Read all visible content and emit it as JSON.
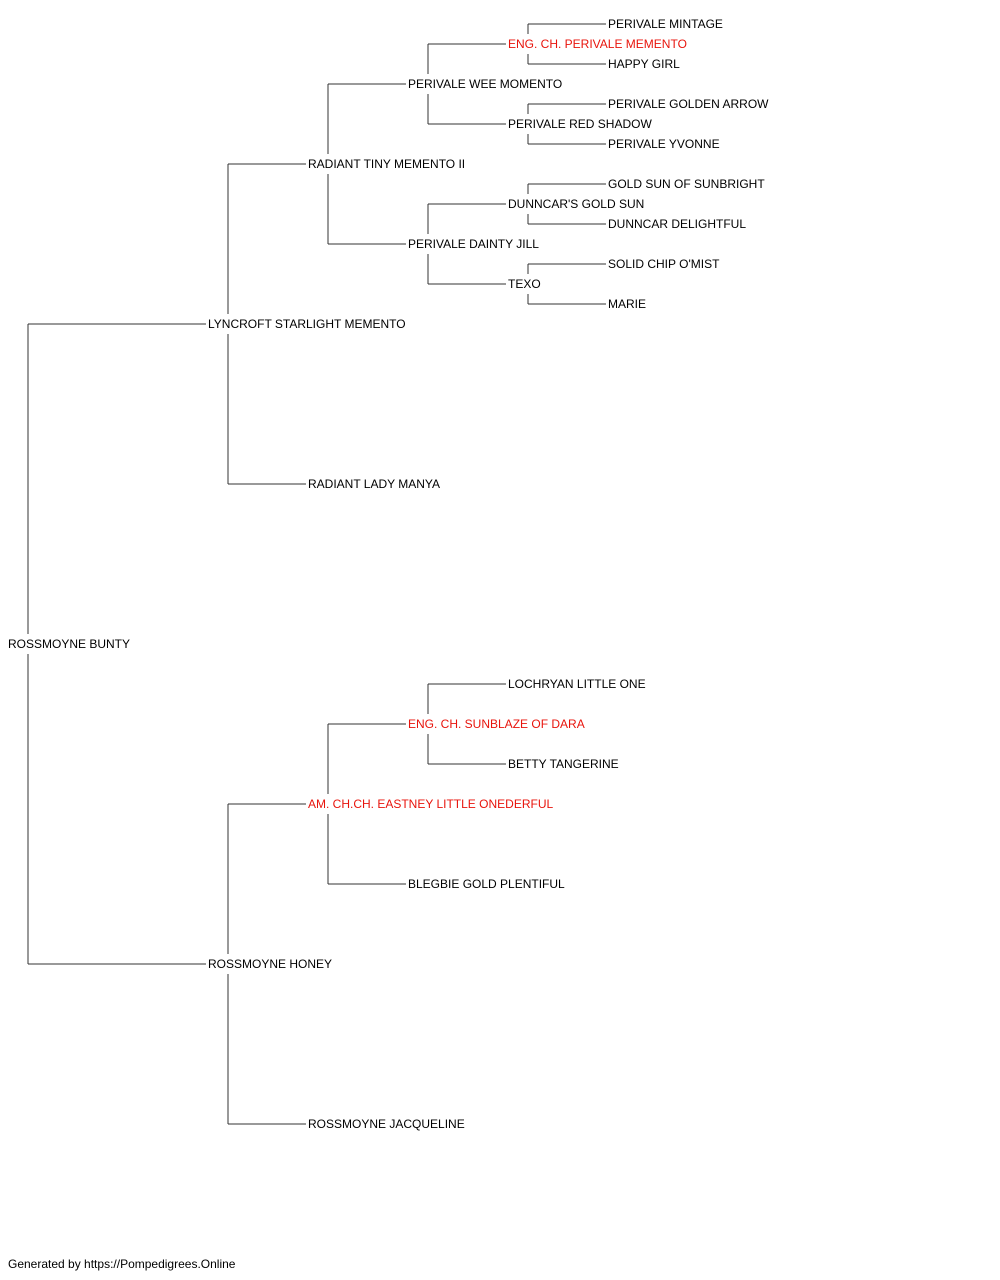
{
  "colors": {
    "champion": "#e8140c",
    "normal": "#000000",
    "line": "#333333"
  },
  "pedigree": {
    "name": "ROSSMOYNE BUNTY",
    "sire": {
      "name": "LYNCROFT STARLIGHT MEMENTO",
      "sire": {
        "name": "RADIANT TINY MEMENTO II",
        "sire": {
          "name": "PERIVALE WEE MOMENTO",
          "sire": {
            "name": "ENG. CH. PERIVALE MEMENTO",
            "champion": true,
            "sire": {
              "name": "PERIVALE MINTAGE"
            },
            "dam": {
              "name": "HAPPY GIRL"
            }
          },
          "dam": {
            "name": "PERIVALE RED SHADOW",
            "sire": {
              "name": "PERIVALE GOLDEN ARROW"
            },
            "dam": {
              "name": "PERIVALE YVONNE"
            }
          }
        },
        "dam": {
          "name": "PERIVALE DAINTY JILL",
          "sire": {
            "name": "DUNNCAR'S GOLD SUN",
            "sire": {
              "name": "GOLD SUN OF SUNBRIGHT"
            },
            "dam": {
              "name": "DUNNCAR DELIGHTFUL"
            }
          },
          "dam": {
            "name": "TEXO",
            "sire": {
              "name": "SOLID CHIP O'MIST"
            },
            "dam": {
              "name": "MARIE"
            }
          }
        }
      },
      "dam": {
        "name": "RADIANT LADY MANYA"
      }
    },
    "dam": {
      "name": "ROSSMOYNE HONEY",
      "sire": {
        "name": "AM. CH.CH. EASTNEY LITTLE ONEDERFUL",
        "champion": true,
        "sire": {
          "name": "ENG. CH. SUNBLAZE OF DARA",
          "champion": true,
          "sire": {
            "name": "LOCHRYAN LITTLE ONE"
          },
          "dam": {
            "name": "BETTY TANGERINE"
          }
        },
        "dam": {
          "name": "BLEGBIE GOLD PLENTIFUL"
        }
      },
      "dam": {
        "name": "ROSSMOYNE JACQUELINE"
      }
    }
  },
  "footer": {
    "text": "Generated by https://Pompedigrees.Online"
  }
}
